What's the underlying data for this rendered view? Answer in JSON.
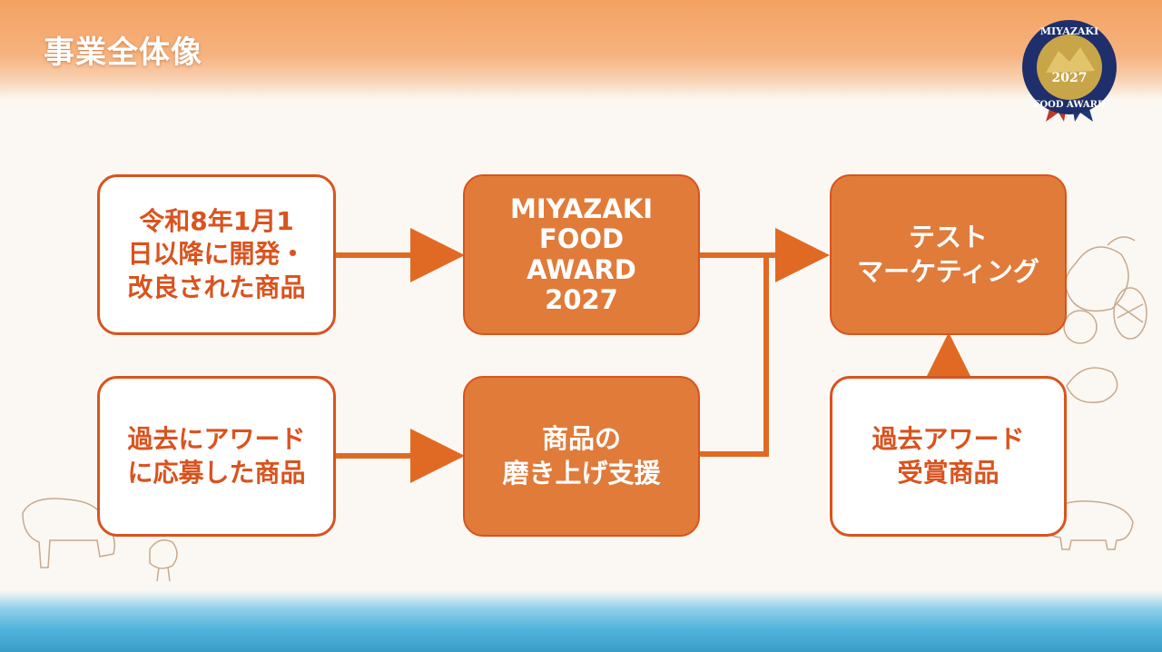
{
  "page": {
    "title": "事業全体像"
  },
  "emblem": {
    "top_text": "MIYAZAKI",
    "year": "2027",
    "bottom_text": "FOOD AWARD"
  },
  "boxes": {
    "new_products": "令和8年1月1\n日以降に開発・\n改良された商品",
    "past_applicants": "過去にアワード\nに応募した商品",
    "award": "MIYAZAKI\nFOOD\nAWARD\n2027",
    "polish_support": "商品の\n磨き上げ支援",
    "test_marketing": "テスト\nマーケティング",
    "past_winners": "過去アワード\n受賞商品"
  },
  "colors": {
    "accent": "#d9531e",
    "fill": "#e07b3a",
    "top_band": "#f4a261",
    "water": "#4fb2da"
  }
}
